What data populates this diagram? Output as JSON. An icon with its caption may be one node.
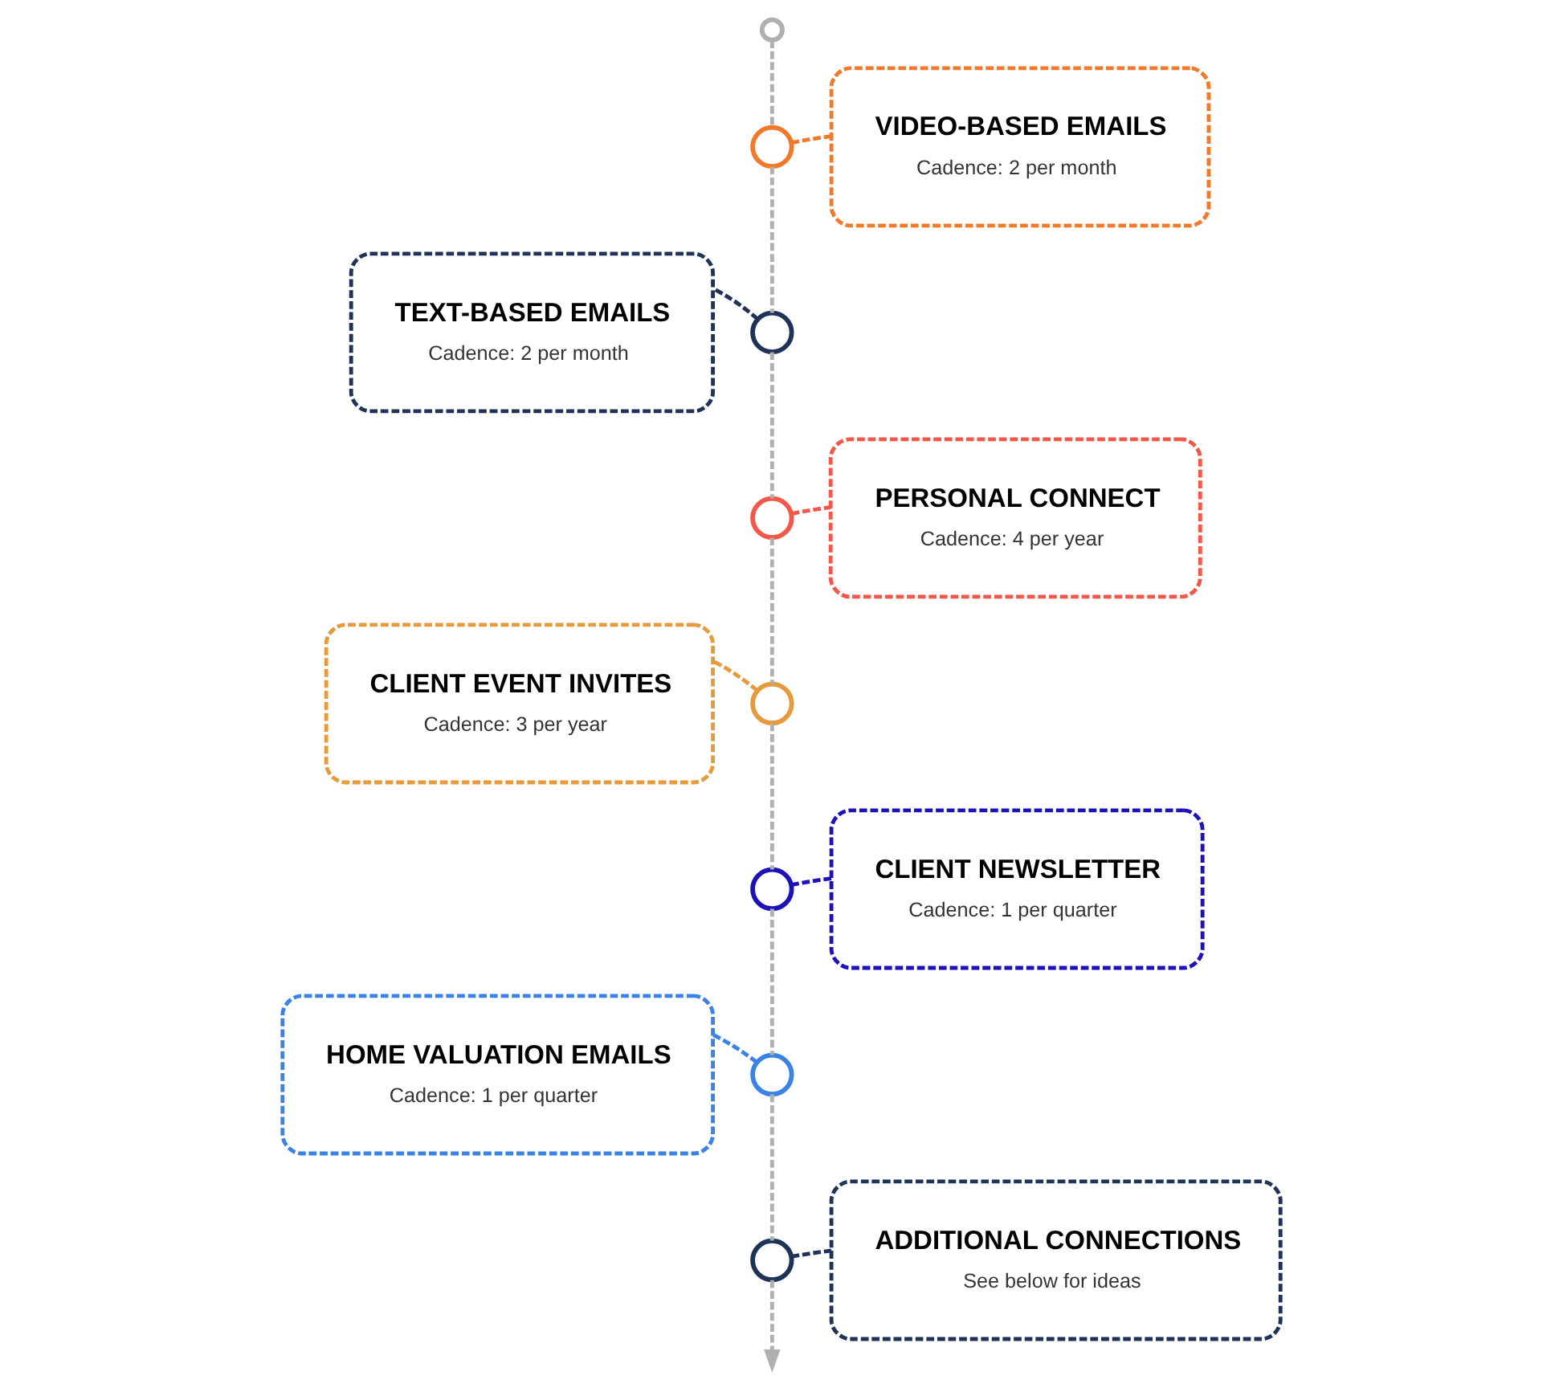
{
  "diagram": {
    "nodes": [
      {
        "text": [],
        "shape": "circle"
      },
      {
        "text": [],
        "shape": "circle"
      },
      {
        "text": [
          "VIDEO-BASED EMAILS",
          "Cadence: 2 per month"
        ]
      },
      {
        "text": [],
        "shape": "circle"
      },
      {
        "text": [
          "TEXT-BASED EMAILS",
          "Cadence: 2 per month"
        ]
      },
      {
        "text": [],
        "shape": "circle"
      },
      {
        "text": [
          "PERSONAL CONNECT",
          "Cadence: 4 per year"
        ]
      },
      {
        "text": [],
        "shape": "circle"
      },
      {
        "text": [
          "CLIENT EVENT INVITES",
          "Cadence: 3 per year"
        ]
      },
      {
        "text": [],
        "shape": "circle"
      },
      {
        "text": [
          "CLIENT NEWSLETTER",
          "Cadence: 1 per quarter"
        ]
      },
      {
        "text": [],
        "shape": "circle"
      },
      {
        "text": [
          "HOME VALUATION EMAILS",
          "Cadence: 1 per quarter"
        ]
      },
      {
        "text": [],
        "shape": "circle"
      },
      {
        "text": [
          "ADDITIONAL CONNECTIONS",
          "See below for ideas"
        ]
      }
    ],
    "edges": [
      {
        "from": 0,
        "to": 1,
        "arrow": "none",
        "style": "dashed"
      },
      {
        "from": 1,
        "to": 3,
        "arrow": "none",
        "style": "dashed"
      },
      {
        "from": 3,
        "to": 5,
        "arrow": "none",
        "style": "dashed"
      },
      {
        "from": 5,
        "to": 7,
        "arrow": "none",
        "style": "dashed"
      },
      {
        "from": 7,
        "to": 9,
        "arrow": "none",
        "style": "dashed"
      },
      {
        "from": 9,
        "to": 11,
        "arrow": "none",
        "style": "dashed"
      },
      {
        "from": 11,
        "to": 13,
        "arrow": "none",
        "style": "dashed"
      },
      {
        "from": 13,
        "to": null,
        "arrow": "to",
        "style": "dashed"
      },
      {
        "from": 1,
        "to": 2,
        "arrow": "none",
        "style": "dashed",
        "color": "#f07a2a"
      },
      {
        "from": 3,
        "to": 4,
        "arrow": "none",
        "style": "dashed",
        "color": "#1f3358"
      },
      {
        "from": 5,
        "to": 6,
        "arrow": "none",
        "style": "dashed",
        "color": "#f2574a"
      },
      {
        "from": 7,
        "to": 8,
        "arrow": "none",
        "style": "dashed",
        "color": "#e59a3c"
      },
      {
        "from": 9,
        "to": 10,
        "arrow": "none",
        "style": "dashed",
        "color": "#1c12b8"
      },
      {
        "from": 11,
        "to": 12,
        "arrow": "none",
        "style": "dashed",
        "color": "#3b82e6"
      },
      {
        "from": 13,
        "to": 14,
        "arrow": "none",
        "style": "dashed",
        "color": "#1f3358"
      }
    ]
  }
}
